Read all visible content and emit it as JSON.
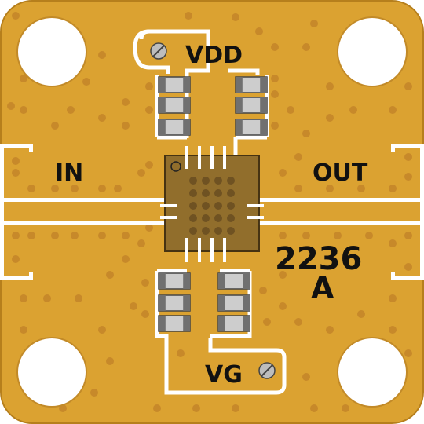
{
  "labels": {
    "vdd": "VDD",
    "input": "IN",
    "output": "OUT",
    "part_number": "2236",
    "revision": "A",
    "vg": "VG"
  },
  "colors": {
    "board": "#dba231",
    "board_edge": "#b67f1c",
    "via": "#c7892a",
    "trace": "#ffffff",
    "hole": "#ffffff",
    "chip_body": "#8b6a2c",
    "chip_border": "#3a2a10",
    "chip_ball": "#6f5222",
    "capacitor_end": "#707070",
    "capacitor_body": "#cdcdcd",
    "screw": "#bdbdbd",
    "text": "#111111"
  }
}
